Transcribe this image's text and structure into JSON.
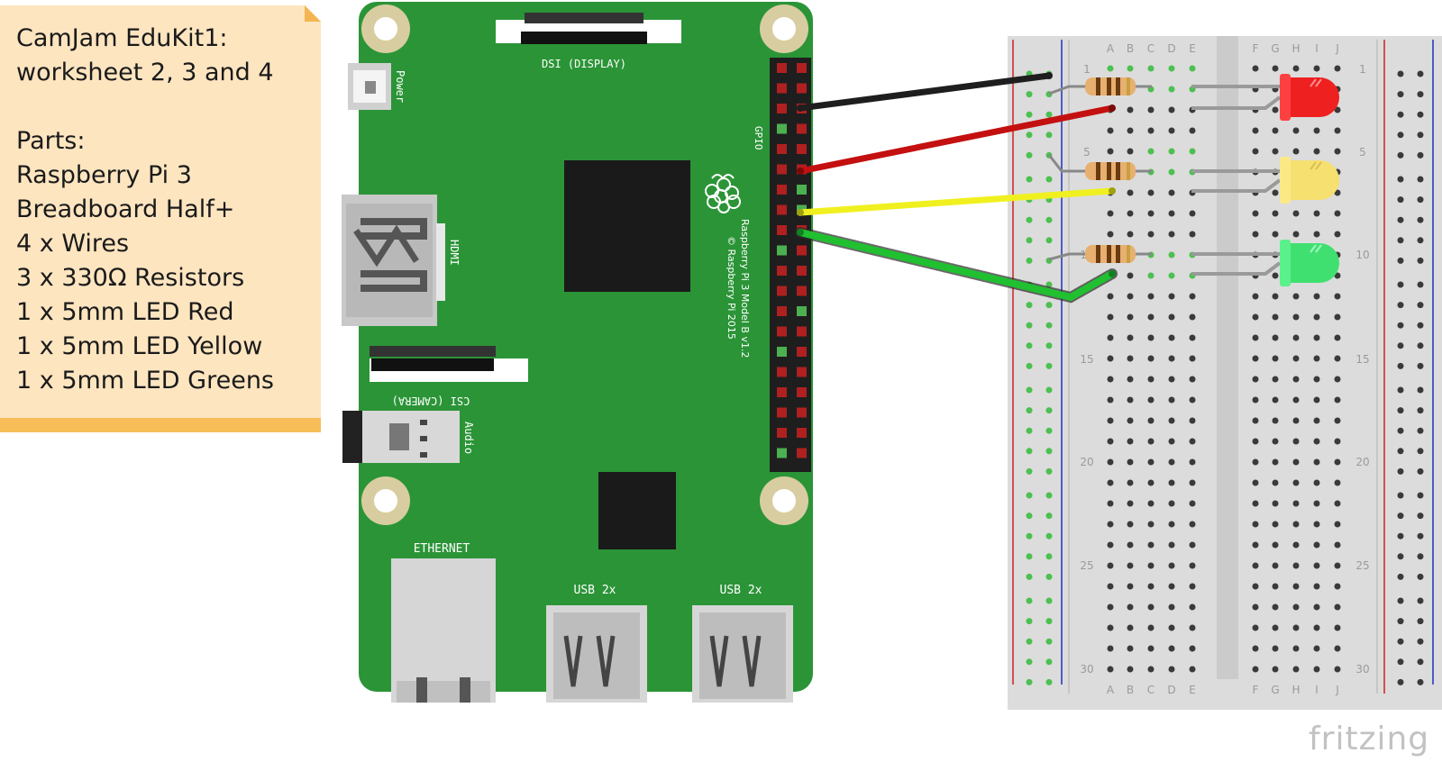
{
  "note": {
    "title_line1": "CamJam EduKit1:",
    "title_line2": "worksheet 2, 3 and 4",
    "parts_heading": "Parts:",
    "parts": [
      "Raspberry Pi 3",
      "Breadboard Half+",
      "4 x Wires",
      "3 x 330Ω Resistors",
      "1 x 5mm LED Red",
      "1 x 5mm LED Yellow",
      "1 x 5mm LED Greens"
    ]
  },
  "pi": {
    "board_color": "#2b9437",
    "labels": {
      "dsi": "DSI (DISPLAY)",
      "power": "Power",
      "gpio": "GPIO",
      "hdmi": "HDMI",
      "csi": "CSI (CAMERA)",
      "audio": "Audio",
      "ethernet": "ETHERNET",
      "usb1": "USB 2x",
      "usb2": "USB 2x",
      "model_line1": "Raspberry Pi 3 Model B v1.2",
      "model_line2": "© Raspberry Pi 2015"
    }
  },
  "breadboard": {
    "column_letters_left": [
      "A",
      "B",
      "C",
      "D",
      "E"
    ],
    "column_letters_right": [
      "F",
      "G",
      "H",
      "I",
      "J"
    ],
    "row_numbers": [
      "1",
      "5",
      "10",
      "15",
      "20",
      "25",
      "30"
    ]
  },
  "wires": [
    {
      "name": "black",
      "color": "#1e1e1e"
    },
    {
      "name": "red",
      "color": "#c41010"
    },
    {
      "name": "yellow",
      "color": "#f0f020"
    },
    {
      "name": "green",
      "color": "#20c030"
    }
  ],
  "leds": [
    {
      "name": "red",
      "color": "#ee2020"
    },
    {
      "name": "yellow",
      "color": "#f5e070"
    },
    {
      "name": "green",
      "color": "#40e070"
    }
  ],
  "logo": "fritzing"
}
